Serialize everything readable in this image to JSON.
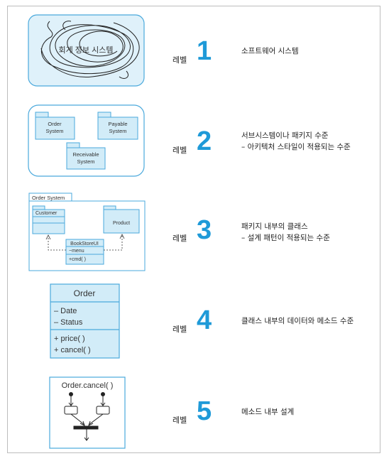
{
  "levels": [
    {
      "word": "레벨",
      "number": "1",
      "desc": [
        "소프트웨어 시스템"
      ],
      "diagram": {
        "label": "회계 정보 시스템"
      }
    },
    {
      "word": "레벨",
      "number": "2",
      "desc": [
        "서브시스템이나 패키지 수준",
        "– 아키텍처 스타일이 적용되는 수준"
      ],
      "diagram": {
        "packages": [
          [
            "Order",
            "System"
          ],
          [
            "Payable",
            "System"
          ],
          [
            "Receivable",
            "System"
          ]
        ]
      }
    },
    {
      "word": "레벨",
      "number": "3",
      "desc": [
        "패키지 내부의 클래스",
        "– 설계 패턴이 적용되는 수준"
      ],
      "diagram": {
        "frame": "Order System",
        "customer": "Customer",
        "product": "Product",
        "class_name": "BookStoreUI",
        "attr": "−menu",
        "op": "+cmd( )"
      }
    },
    {
      "word": "레벨",
      "number": "4",
      "desc": [
        "클래스 내부의 데이터와 메소드 수준"
      ],
      "diagram": {
        "class_name": "Order",
        "attrs": [
          "– Date",
          "– Status"
        ],
        "ops": [
          "+ price( )",
          "+ cancel( )"
        ]
      }
    },
    {
      "word": "레벨",
      "number": "5",
      "desc": [
        "메소드 내부 설계"
      ],
      "diagram": {
        "title": "Order.cancel( )"
      }
    }
  ],
  "colors": {
    "accent": "#1f9ad8",
    "fill": "#d2ecf8",
    "stroke": "#4aa9dc"
  }
}
